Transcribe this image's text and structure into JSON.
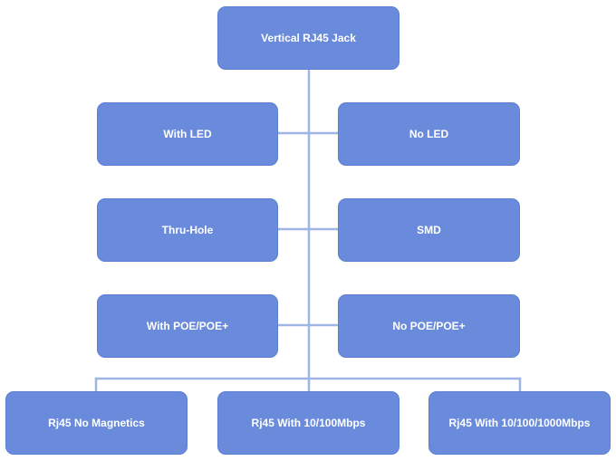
{
  "diagram": {
    "colors": {
      "node_fill": "#6a8bdc",
      "node_border": "#5b7fd0",
      "connector": "#9fb5e6",
      "text": "#ffffff"
    },
    "root": {
      "label": "Vertical RJ45 Jack"
    },
    "pairs": [
      {
        "left": "With LED",
        "right": "No LED"
      },
      {
        "left": "Thru-Hole",
        "right": "SMD"
      },
      {
        "left": "With POE/POE+",
        "right": "No POE/POE+"
      }
    ],
    "leaves": [
      {
        "label": "Rj45 No Magnetics"
      },
      {
        "label": "Rj45 With 10/100Mbps"
      },
      {
        "label": "Rj45 With 10/100/1000Mbps"
      }
    ]
  }
}
